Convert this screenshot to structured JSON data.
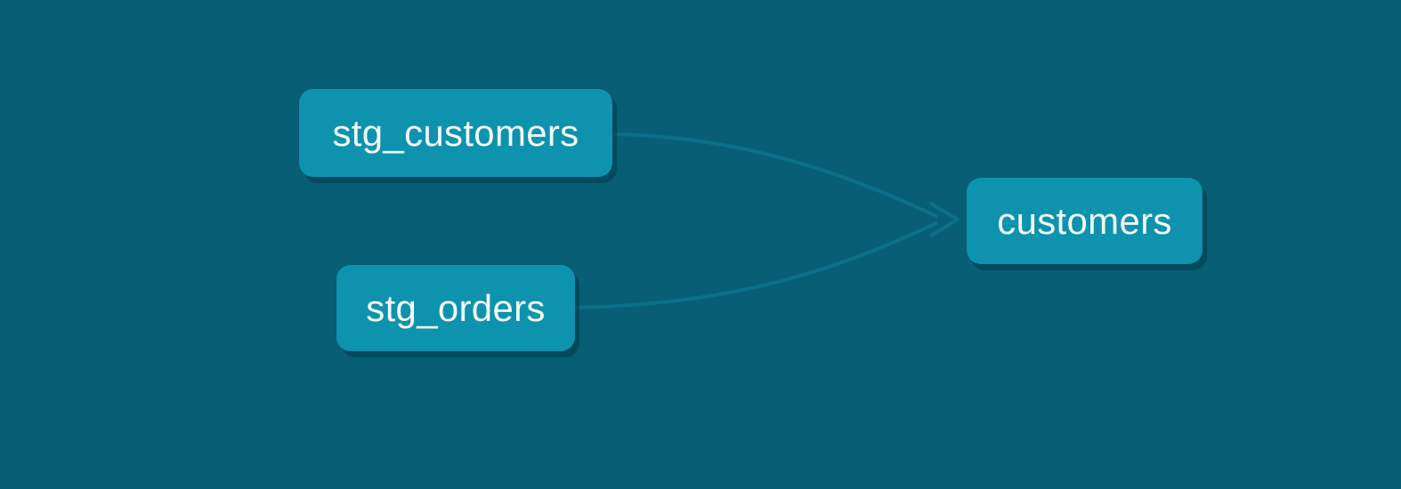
{
  "diagram": {
    "type": "lineage-graph",
    "background_color": "#075E75",
    "node_color": "#0D93AD",
    "edge_color": "#0B7089",
    "text_color": "#F4F8F9",
    "nodes": [
      {
        "id": "stg_customers",
        "label": "stg_customers"
      },
      {
        "id": "stg_orders",
        "label": "stg_orders"
      },
      {
        "id": "customers",
        "label": "customers"
      }
    ],
    "edges": [
      {
        "from": "stg_customers",
        "to": "customers"
      },
      {
        "from": "stg_orders",
        "to": "customers"
      }
    ]
  }
}
